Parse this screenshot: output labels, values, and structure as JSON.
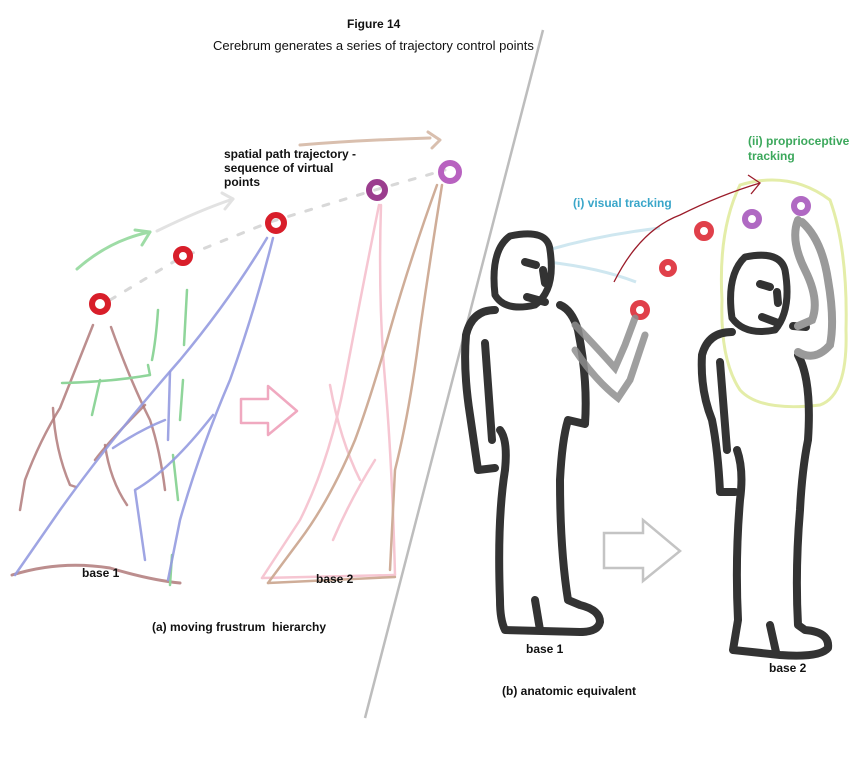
{
  "figure": {
    "number": "Figure 14",
    "caption": "Cerebrum generates a series of trajectory control points"
  },
  "panel_a": {
    "path_label": "spatial path trajectory -\nsequence of virtual\npoints",
    "path_label_lines": [
      "spatial path trajectory -",
      "sequence of virtual",
      "points"
    ],
    "base1": "base 1",
    "base2": "base 2",
    "caption": "(a) moving frustrum  hierarchy"
  },
  "panel_b": {
    "visual_tracking": "(i) visual tracking",
    "proprio_lines": [
      "(ii) proprioceptive",
      "tracking"
    ],
    "base1": "base 1",
    "base2": "base 2",
    "caption": "(b) anatomic equivalent"
  },
  "colors": {
    "control_point_red": "#d81e2a",
    "control_point_purple": "#a04a9a",
    "frustum_brown": "#a86a6a",
    "frustum_blue": "#8c93d8",
    "frustum_green": "#7fcf8c",
    "frustum_pink": "#f2b8c6",
    "frustum_tan": "#c9a68e",
    "figure_outline": "#333333",
    "arm_gray": "#8e8e8e",
    "visual_label": "#3aa6c9",
    "proprio_label": "#3ca85c",
    "proprio_region": "#e4eda8",
    "divider": "#bdbdbd"
  }
}
